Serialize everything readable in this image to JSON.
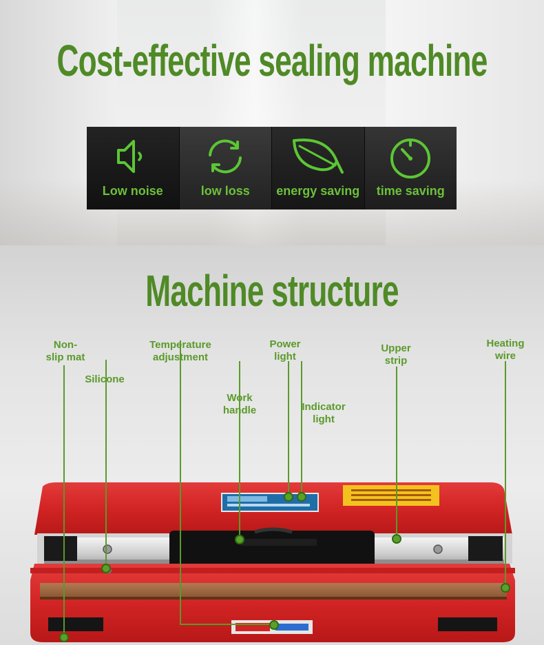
{
  "header": {
    "title": "Cost-effective sealing machine"
  },
  "features": [
    {
      "icon": "speaker-icon",
      "label": "Low noise"
    },
    {
      "icon": "refresh-icon",
      "label": "low loss"
    },
    {
      "icon": "leaf-icon",
      "label": "energy saving"
    },
    {
      "icon": "timer-icon",
      "label": "time saving"
    }
  ],
  "structure": {
    "title": "Machine structure",
    "callouts": {
      "non_slip_mat_1": "Non-",
      "non_slip_mat_2": "slip mat",
      "silicone": "Silicone",
      "temperature_1": "Temperature",
      "temperature_2": "adjustment",
      "work_handle_1": "Work",
      "work_handle_2": "handle",
      "power_light_1": "Power",
      "power_light_2": "light",
      "indicator_light_1": "Indicator",
      "indicator_light_2": "light",
      "upper_strip_1": "Upper",
      "upper_strip_2": "strip",
      "heating_wire_1": "Heating",
      "heating_wire_2": "wire"
    }
  },
  "colors": {
    "accent_green": "#4f8a26",
    "machine_red": "#d42a2a"
  }
}
